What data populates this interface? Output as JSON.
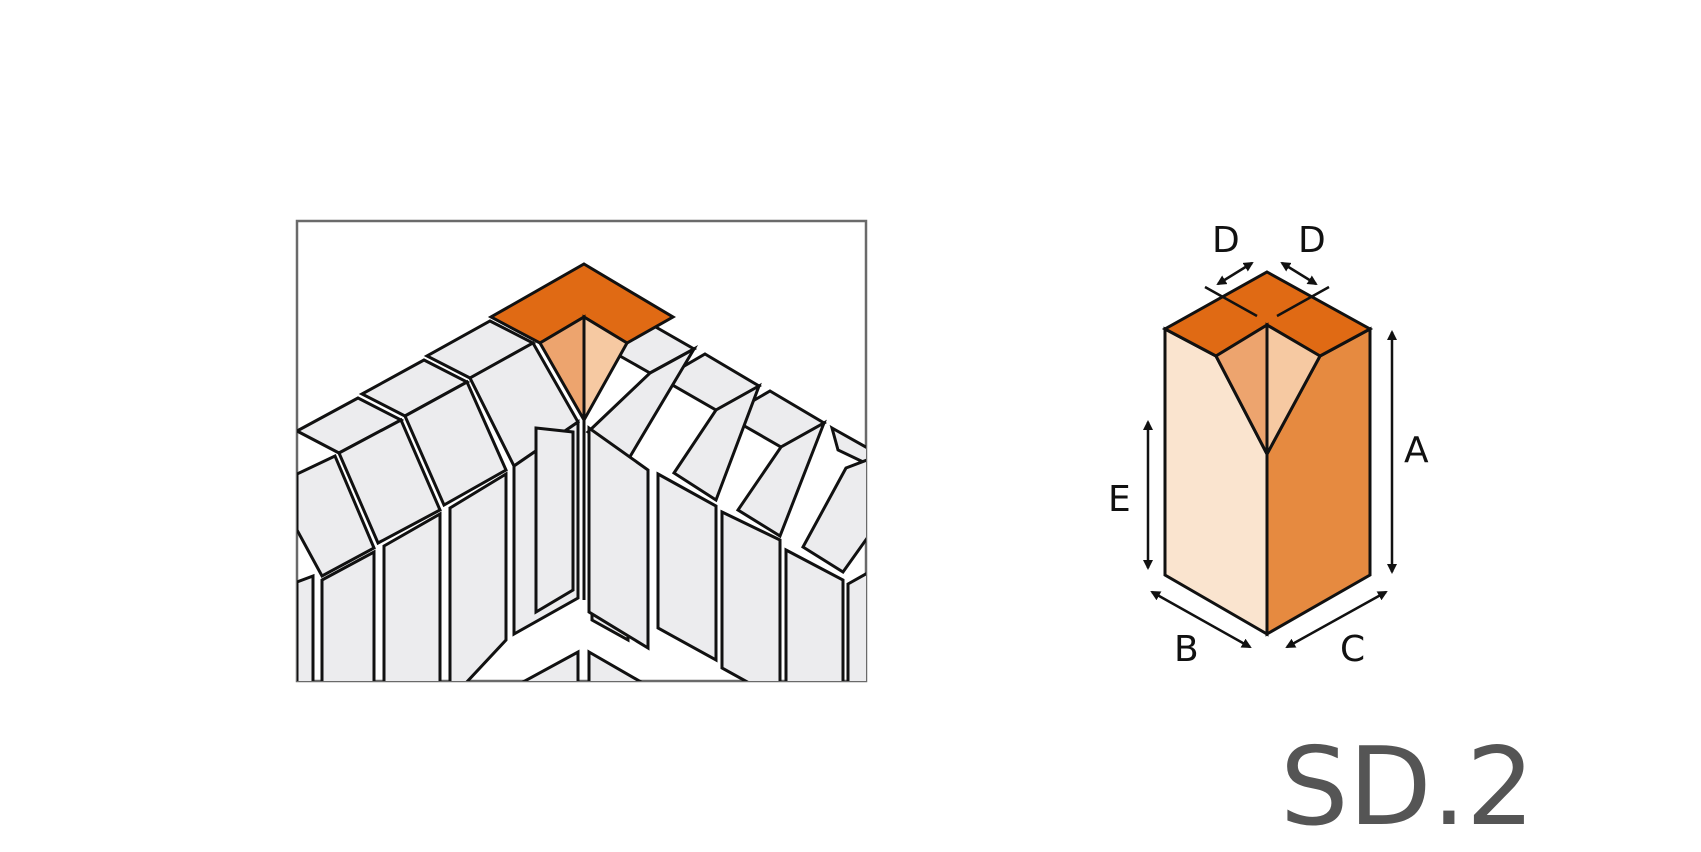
{
  "figure": {
    "code_label": "SD.2",
    "colors": {
      "orange_top": "#E06A14",
      "orange_right_face": "#E68A40",
      "peach_left_face": "#FAE4CF",
      "facet_dark": "#EDA46E",
      "facet_light": "#F6C9A2",
      "brick_fill": "#ECECEE",
      "outline": "#111111",
      "frame": "#6a6a6a",
      "code_text": "#555555"
    }
  },
  "left_panel": {
    "title": "profile-application",
    "description": "Isometric array of joined blocks with a chamfered V-groove corner highlighted in orange"
  },
  "right_panel": {
    "title": "bit-dimensions",
    "dimensions": {
      "A": "A",
      "B": "B",
      "C": "C",
      "D1": "D",
      "D2": "D",
      "E": "E"
    }
  }
}
